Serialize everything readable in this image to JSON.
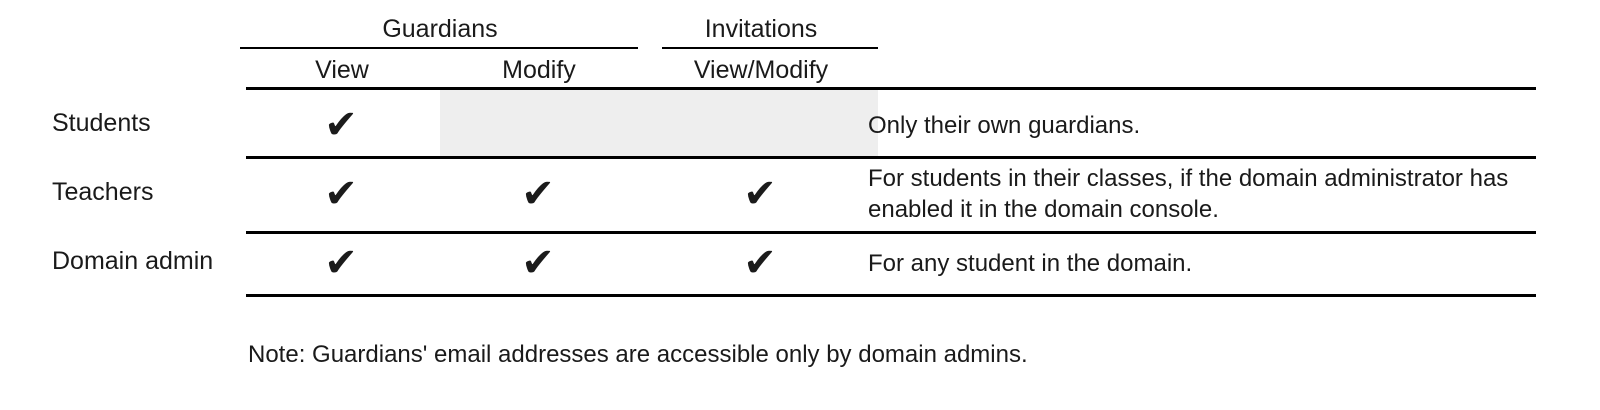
{
  "table": {
    "group_headers": [
      {
        "label": "Guardians"
      },
      {
        "label": "Invitations"
      }
    ],
    "column_headers": [
      {
        "label": "View"
      },
      {
        "label": "Modify"
      },
      {
        "label": "View/Modify"
      }
    ],
    "rows": [
      {
        "label": "Students",
        "guardians_view": "✔",
        "guardians_modify": "",
        "invitations_view_modify": "",
        "description": "Only their own guardians."
      },
      {
        "label": "Teachers",
        "guardians_view": "✔",
        "guardians_modify": "✔",
        "invitations_view_modify": "✔",
        "description": "For students in their classes, if the domain administrator has enabled it in the domain console."
      },
      {
        "label": "Domain admin",
        "guardians_view": "✔",
        "guardians_modify": "✔",
        "invitations_view_modify": "✔",
        "description": "For any student in the domain."
      }
    ]
  },
  "note": {
    "text": "Note: Guardians' email addresses are accessible only by domain admins."
  },
  "colors": {
    "rule": "#000000",
    "text": "#1a1a1a",
    "disabled_cell_fill": "#eeeeee",
    "background": "#ffffff"
  }
}
